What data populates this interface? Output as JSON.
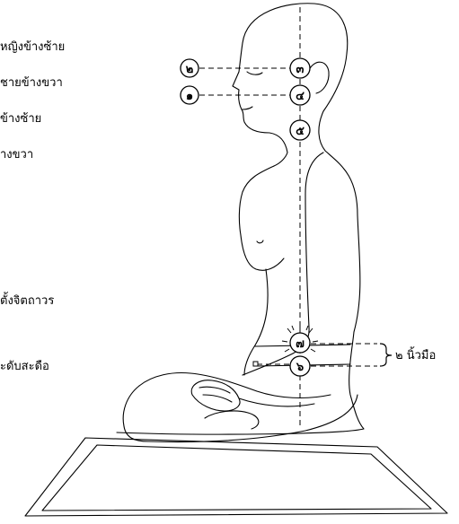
{
  "left_labels": [
    "หญิงข้างซ้าย",
    "ชายข้างขวา",
    "ข้างซ้าย",
    "างขวา",
    "ตั้งจิตถาวร",
    "ะดับสะดือ"
  ],
  "markers": [
    "๒",
    "๑",
    "๓",
    "๔",
    "๕",
    "๗",
    "๖"
  ],
  "measure_label": "๒ นิ้วมือ"
}
